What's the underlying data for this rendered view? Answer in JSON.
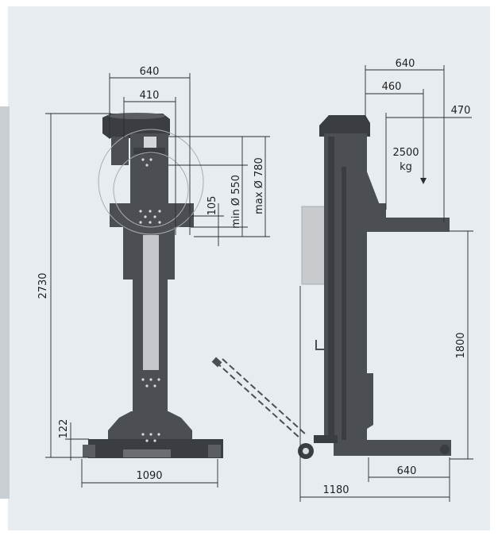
{
  "colors": {
    "background": "#e7ecf0",
    "machine": "#4b4f54",
    "dimension_line": "#2c2c2c",
    "sidebar": "#c9ced3"
  },
  "front_view": {
    "width_top_outer": "640",
    "width_top_inner": "410",
    "height_overall": "2730",
    "offset_105": "105",
    "min_diameter": "min Ø 550",
    "max_diameter": "max Ø 780",
    "base_height": "122",
    "base_width": "1090"
  },
  "side_view": {
    "width_top_outer": "640",
    "width_460": "460",
    "width_470": "470",
    "load_value": "2500",
    "load_unit": "kg",
    "lift_height": "1800",
    "base_front": "640",
    "base_total": "1180"
  }
}
